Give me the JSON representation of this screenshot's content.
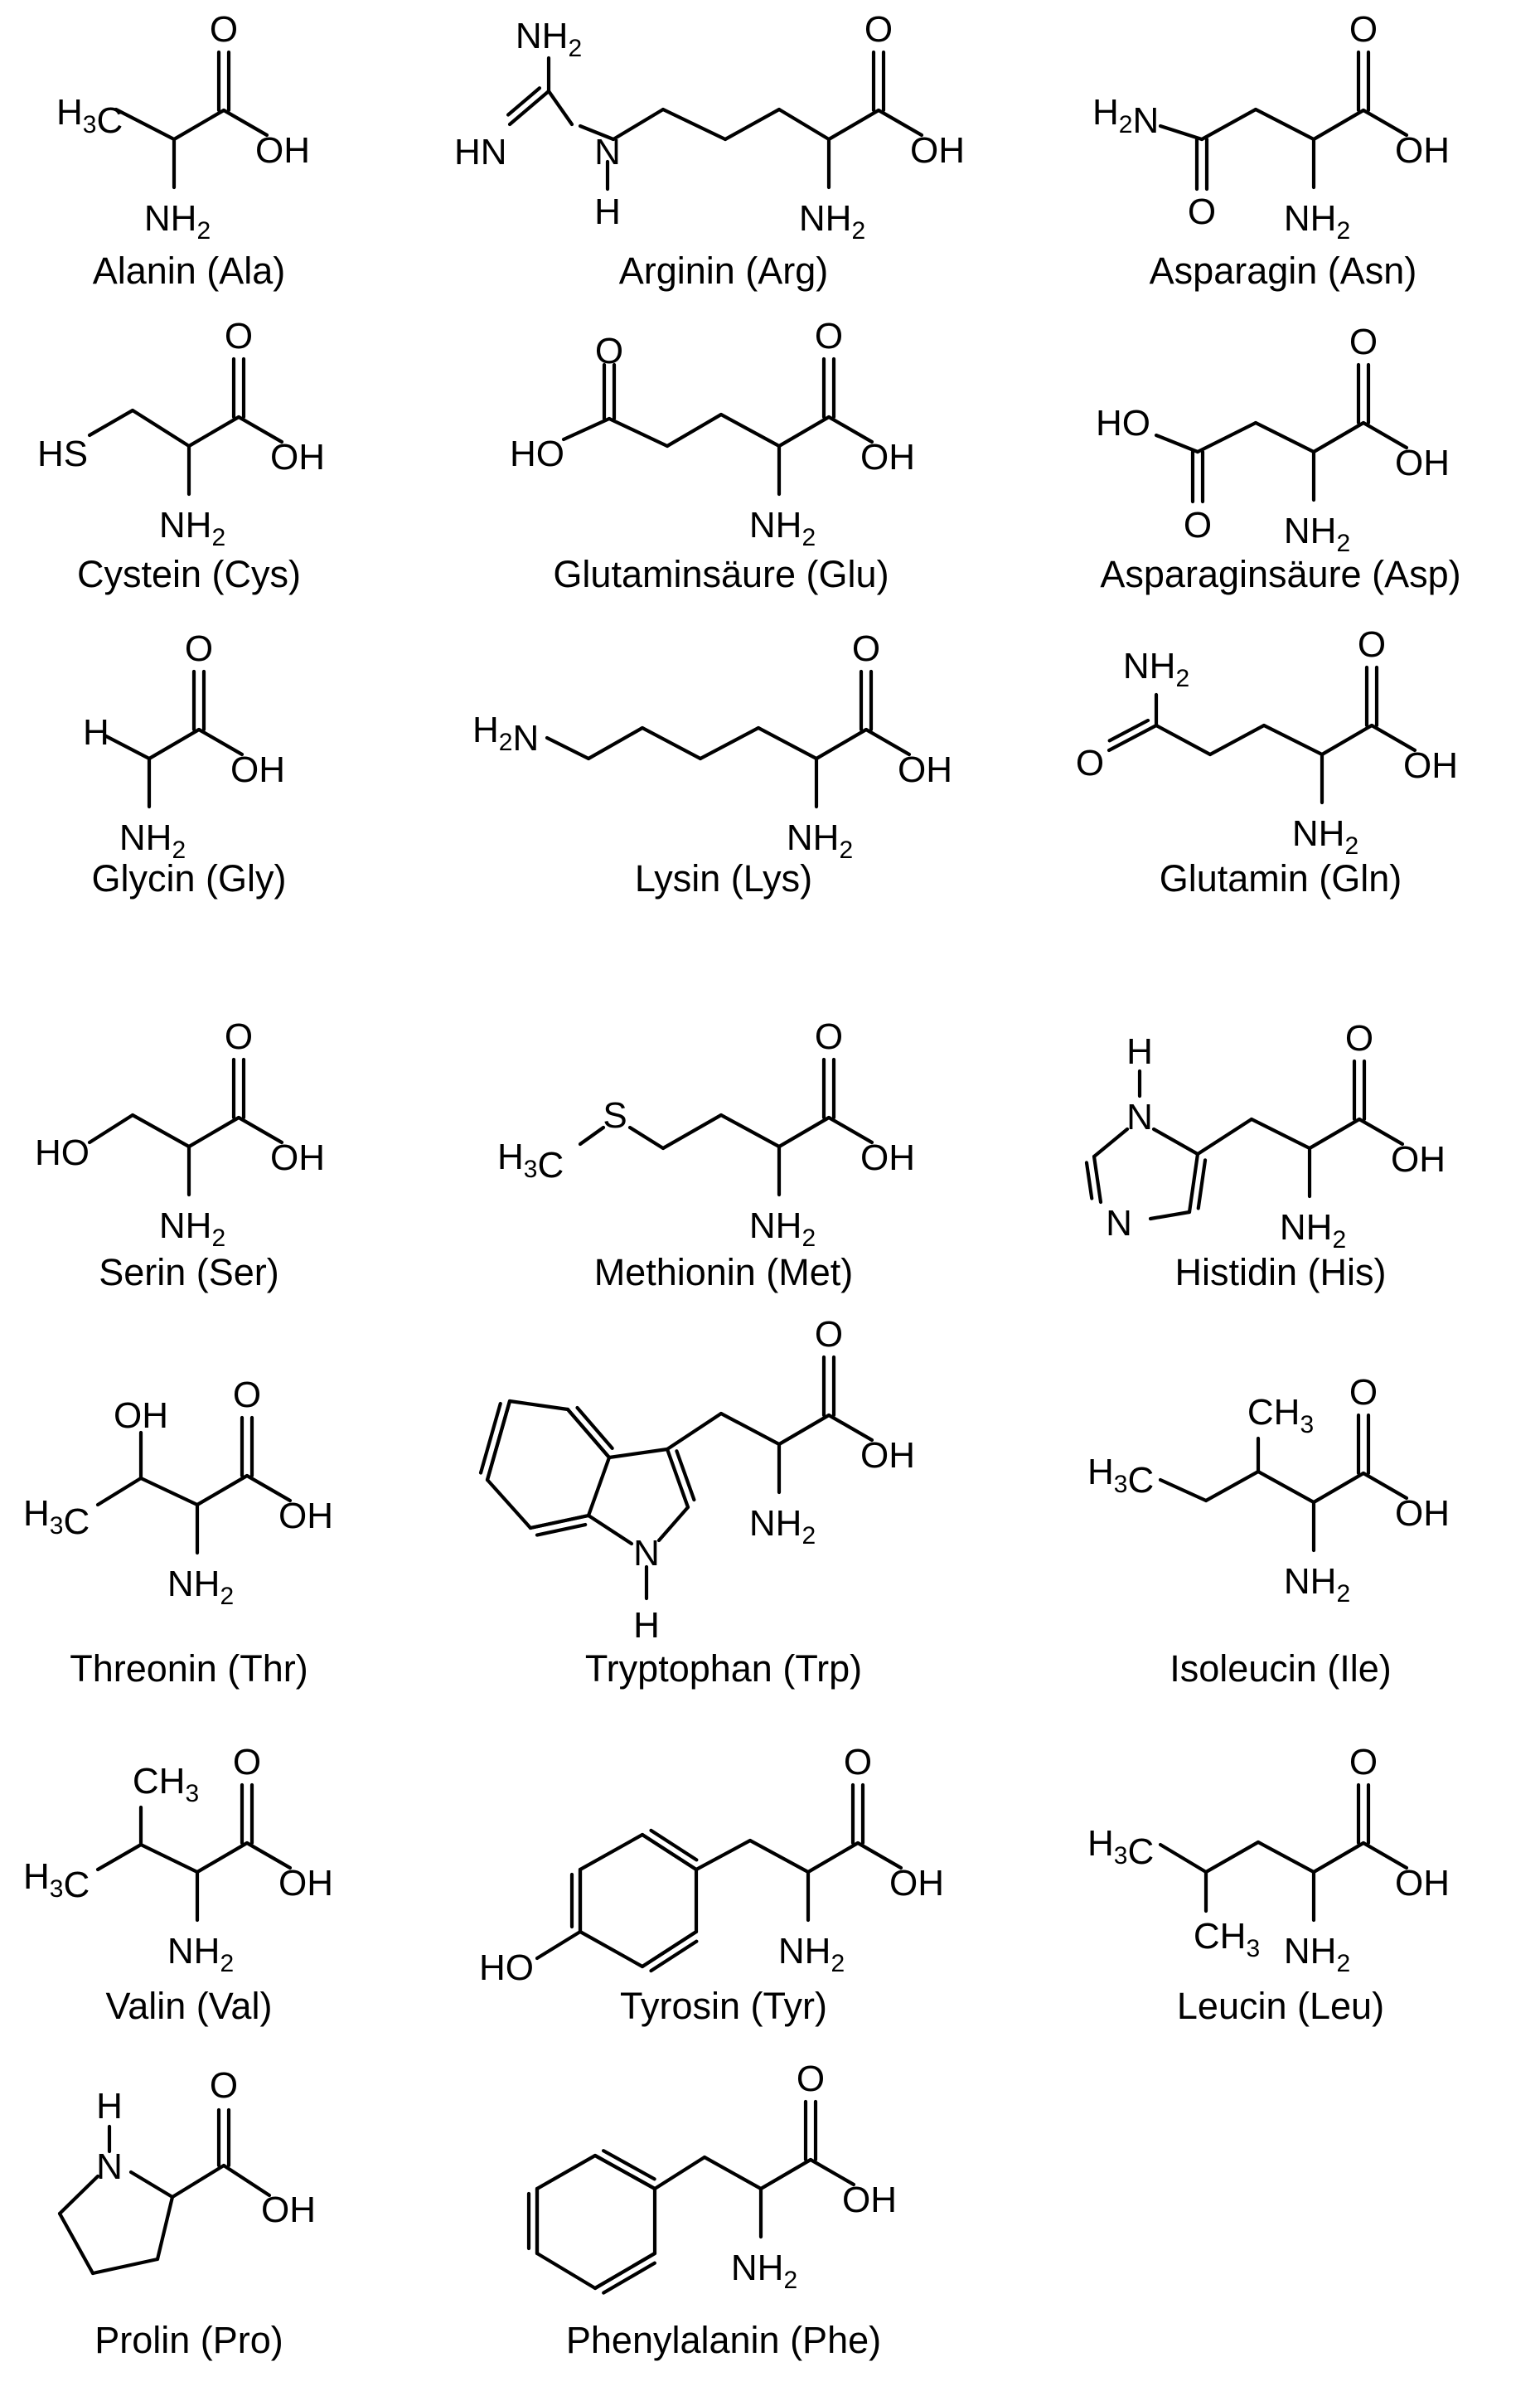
{
  "molecules": [
    {
      "id": "alanin",
      "name": "Alanin (Ala)"
    },
    {
      "id": "arginin",
      "name": "Arginin (Arg)"
    },
    {
      "id": "asparagin",
      "name": "Asparagin (Asn)"
    },
    {
      "id": "cystein",
      "name": "Cystein (Cys)"
    },
    {
      "id": "glutaminsaeure",
      "name": "Glutaminsäure (Glu)"
    },
    {
      "id": "asparaginsaeure",
      "name": "Asparaginsäure (Asp)"
    },
    {
      "id": "glycin",
      "name": "Glycin (Gly)"
    },
    {
      "id": "lysin",
      "name": "Lysin (Lys)"
    },
    {
      "id": "glutamin",
      "name": "Glutamin (Gln)"
    },
    {
      "id": "serin",
      "name": "Serin (Ser)"
    },
    {
      "id": "methionin",
      "name": "Methionin (Met)"
    },
    {
      "id": "histidin",
      "name": "Histidin (His)"
    },
    {
      "id": "threonin",
      "name": "Threonin (Thr)"
    },
    {
      "id": "tryptophan",
      "name": "Tryptophan (Trp)"
    },
    {
      "id": "isoleucin",
      "name": "Isoleucin (Ile)"
    },
    {
      "id": "valin",
      "name": "Valin (Val)"
    },
    {
      "id": "tyrosin",
      "name": "Tyrosin (Tyr)"
    },
    {
      "id": "leucin",
      "name": "Leucin (Leu)"
    },
    {
      "id": "prolin",
      "name": "Prolin (Pro)"
    },
    {
      "id": "phenylalanin",
      "name": "Phenylalanin (Phe)"
    }
  ],
  "atom_labels": {
    "O": "O",
    "OH": "OH",
    "HO": "HO",
    "NH": "NH",
    "H": "H",
    "N": "N",
    "HN": "HN",
    "S": "S",
    "HS": "HS",
    "C": "C",
    "CH": "CH",
    "sub2": "2",
    "sub3": "3"
  }
}
